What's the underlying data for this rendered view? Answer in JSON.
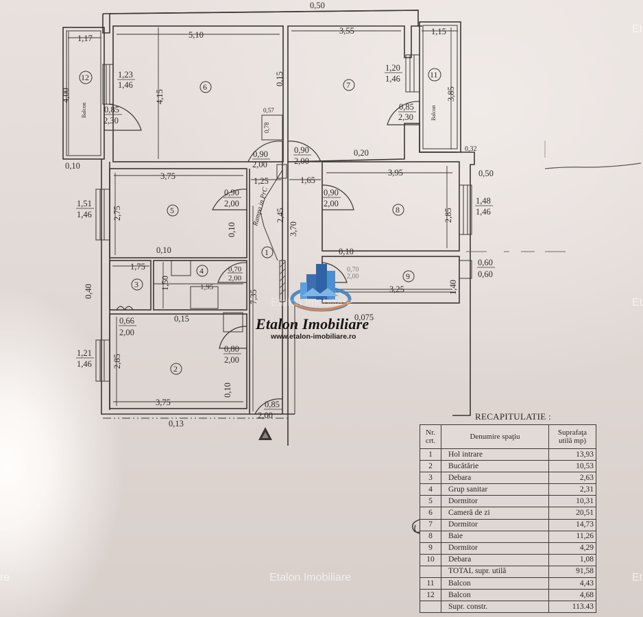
{
  "title": "RECAPITULATIE :",
  "table": {
    "headers": {
      "nr": "Nr. crt.",
      "name": "Denumire spaţiu",
      "area": "Suprafaţa utilă mp)"
    },
    "rows": [
      {
        "nr": "1",
        "name": "Hol intrare",
        "area": "13,93"
      },
      {
        "nr": "2",
        "name": "Bucătărie",
        "area": "10,53"
      },
      {
        "nr": "3",
        "name": "Debara",
        "area": "2,63"
      },
      {
        "nr": "4",
        "name": "Grup sanitar",
        "area": "2,31"
      },
      {
        "nr": "5",
        "name": "Dormitor",
        "area": "10,31"
      },
      {
        "nr": "6",
        "name": "Cameră de zi",
        "area": "20,51"
      },
      {
        "nr": "7",
        "name": "Dormitor",
        "area": "14,73"
      },
      {
        "nr": "8",
        "name": "Baie",
        "area": "11,26"
      },
      {
        "nr": "9",
        "name": "Dormitor",
        "area": "4,29"
      },
      {
        "nr": "10",
        "name": "Debara",
        "area": "1,08"
      }
    ],
    "total": {
      "nr": "",
      "name": "TOTAL supr. utilă",
      "area": "91,58"
    },
    "balconies": [
      {
        "nr": "11",
        "name": "Balcon",
        "area": "4,43"
      },
      {
        "nr": "12",
        "name": "Balcon",
        "area": "4,68"
      }
    ],
    "constructed": {
      "nr": "",
      "name": "Supr. constr.",
      "area": "113.43"
    }
  },
  "plan": {
    "room_numbers": [
      "1",
      "2",
      "3",
      "4",
      "5",
      "6",
      "7",
      "8",
      "9",
      "11",
      "12"
    ],
    "balcony_label": "Balcon",
    "corridor_note": "Rampa in PrC",
    "dimensions": {
      "top_wall": "0,50",
      "r12_width": "1,17",
      "r12_height": "4,00",
      "r12_wall": "0,10",
      "r6_width": "5,10",
      "r6_height": "4,15",
      "r6_wall": "0,15",
      "r6_window_top": "1,23",
      "r6_window_bottom": "1,46",
      "r6_door_top": "0,85",
      "r6_door_bottom": "2,30",
      "r6_closet_w": "0,57",
      "r6_closet_h": "0,78",
      "r7_width": "3,55",
      "r7_window_top": "1,20",
      "r7_window_bottom": "1,46",
      "r7_door_top": "0,85",
      "r7_door_bottom": "2,30",
      "r11_width": "1,15",
      "r11_height": "3,85",
      "r11_wall": "0,32",
      "door6_top": "0,90",
      "door6_bottom": "2,00",
      "door7_top": "0,90",
      "door7_bottom": "2,00",
      "wall_020": "0,20",
      "wall_050": "0,50",
      "hall_left": "1,25",
      "hall_right": "1,65",
      "r5_width": "3,75",
      "r5_height": "2,75",
      "r5_wall_right": "0,10",
      "r5_wall_bottom": "0,10",
      "r5_window_top": "1,51",
      "r5_window_bottom": "1,46",
      "r5_door_top": "0,90",
      "r5_door_bottom": "2,00",
      "hall_245": "2,45",
      "hall_370": "3,70",
      "hall_735": "7,35",
      "r8_width": "3,95",
      "r8_height": "2,85",
      "r8_window_top": "1,48",
      "r8_window_bottom": "1,46",
      "r8_door_top": "0,90",
      "r8_door_bottom": "2,00",
      "r8_wall_bottom": "0,10",
      "r3_width": "1,75",
      "r3_height": "1,50",
      "r3_wall": "0,40",
      "r4_door_top": "0,70",
      "r4_door_bottom": "2,00",
      "r4_width": "1,95",
      "r9_width": "3,25",
      "r9_height": "1,40",
      "r9_window_top": "0,60",
      "r9_window_bottom": "0,60",
      "r9_door_top": "0,70",
      "r9_door_bottom": "2,00",
      "r9_wall": "0,075",
      "r3_door_top": "0,66",
      "r3_door_bottom": "2,00",
      "wall_015": "0,15",
      "r2_window_top": "1,21",
      "r2_window_bottom": "1,46",
      "r2_height": "2,85",
      "r2_width": "3,75",
      "r2_wall": "0,10",
      "r2_door_top": "0,80",
      "r2_door_bottom": "2,00",
      "entry_door_top": "0,85",
      "entry_door_bottom": "2,00",
      "bottom_wall": "0,13"
    }
  },
  "branding": {
    "name": "Etalon Imobiliare",
    "url": "www.etalon-imobiliare.ro",
    "watermark": "Etalon Imobiliare",
    "watermark_left_fragment": "re",
    "watermark_right_fragment": "Et"
  }
}
